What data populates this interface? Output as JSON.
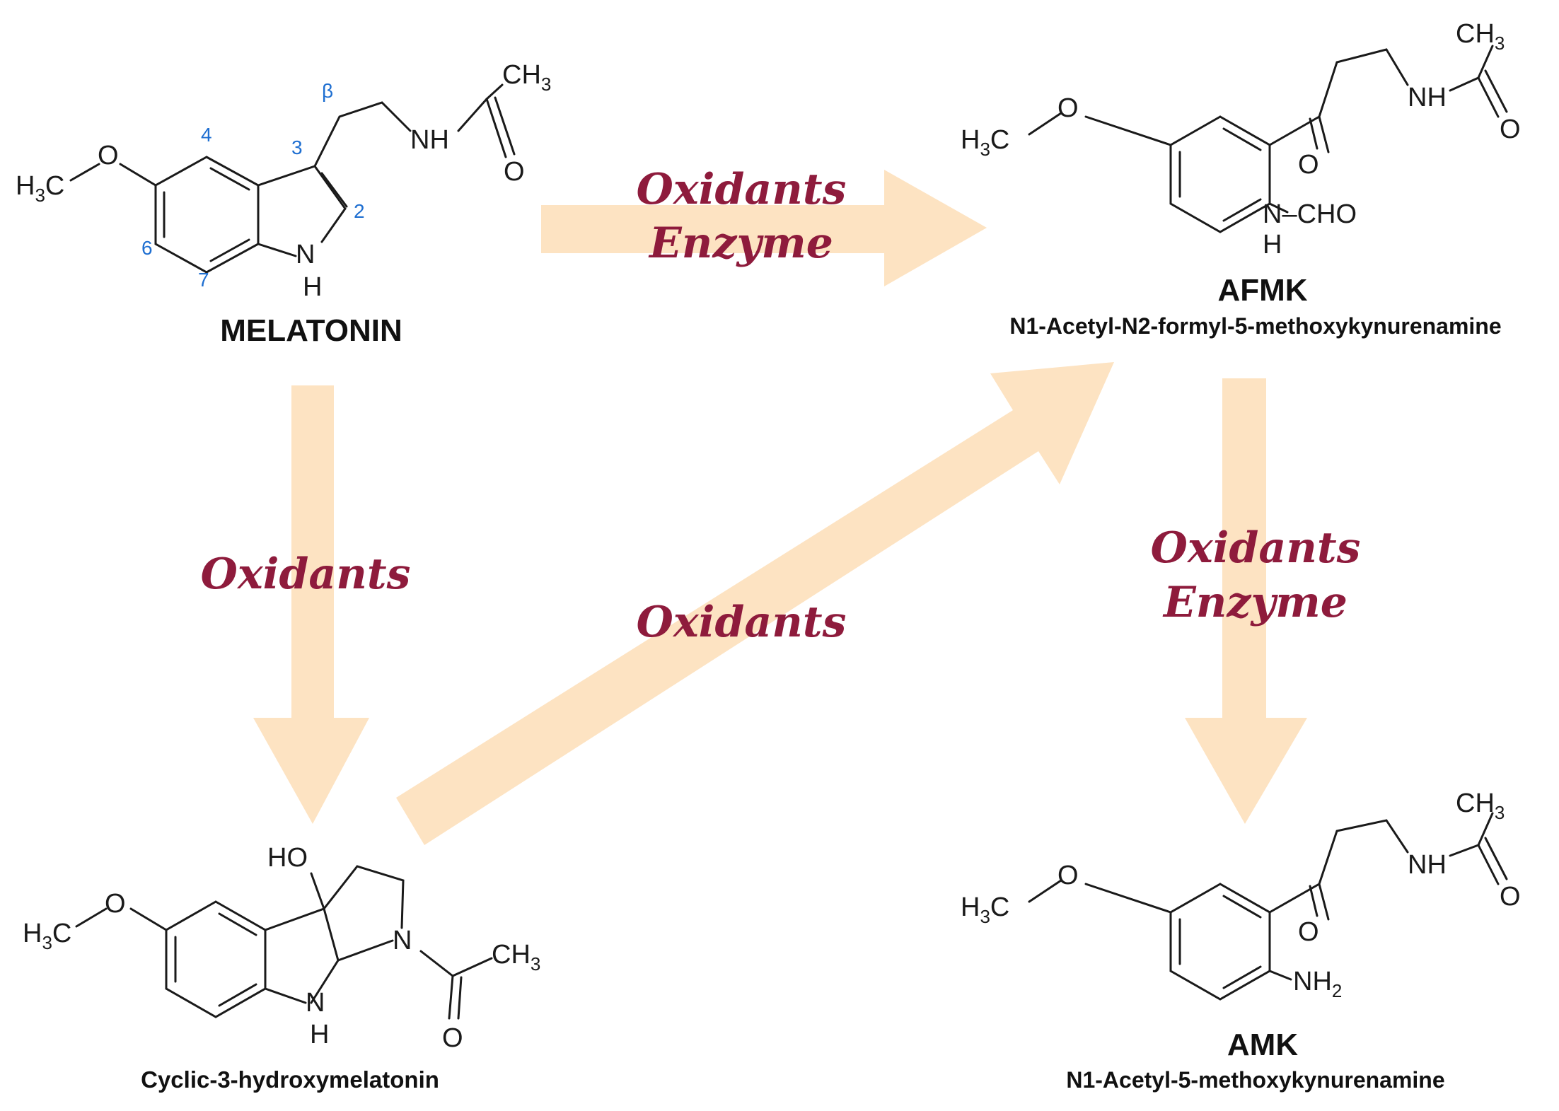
{
  "colors": {
    "arrow_fill": "#fde3c2",
    "label_color": "#8e1b3c",
    "numbering": "#1f6fd1",
    "bond": "#1a1a1a"
  },
  "compounds": {
    "melatonin": {
      "name": "MELATONIN",
      "positions": [
        "β",
        "3",
        "4",
        "2",
        "6",
        "7"
      ]
    },
    "afmk": {
      "name": "AFMK",
      "full_name": "N1-Acetyl-N2-formyl-5-methoxykynurenamine"
    },
    "cyclic": {
      "name": "Cyclic-3-hydroxymelatonin"
    },
    "amk": {
      "name": "AMK",
      "full_name": "N1-Acetyl-5-methoxykynurenamine"
    }
  },
  "atoms": {
    "methyl": "H",
    "methyl_sub": "3",
    "methyl_c": "C",
    "oxygen": "O",
    "nh": "NH",
    "n": "N",
    "h": "H",
    "ch": "CH",
    "ch_sub": "3",
    "cho": "N–CHO",
    "ho": "HO",
    "nh2": "NH",
    "nh2_sub": "2"
  },
  "arrows": {
    "mel_to_afmk": {
      "line1": "Oxidants",
      "line2": "Enzyme"
    },
    "mel_to_cyclic": {
      "line1": "Oxidants"
    },
    "cyclic_to_afmk": {
      "line1": "Oxidants"
    },
    "afmk_to_amk": {
      "line1": "Oxidants",
      "line2": "Enzyme"
    }
  }
}
